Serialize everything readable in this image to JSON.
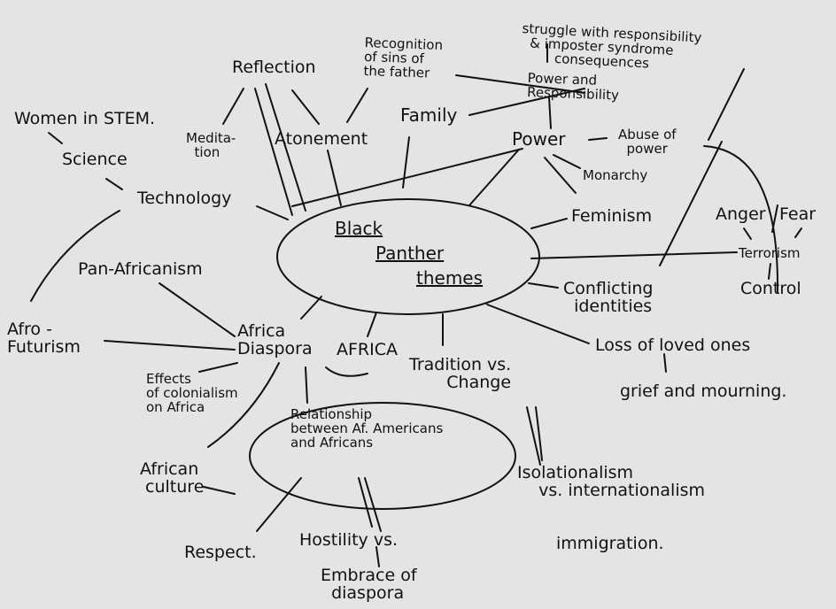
{
  "title": "Black Panther themes",
  "center": {
    "line1": "Black",
    "line2": "Panther",
    "line3": "themes"
  },
  "nodes": {
    "struggle": "struggle with responsibility\n  & imposter syndrome\n        consequences",
    "recognition": "Recognition\nof sins of\nthe father",
    "reflection": "Reflection",
    "power_resp": "Power and\nResponsibility",
    "family": "Family",
    "power": "Power",
    "abuse": "Abuse of\n  power",
    "monarchy": "Monarchy",
    "atonement": "Atonement",
    "meditation": "Medita-\n  tion",
    "women_stem": "Women in STEM.",
    "science": "Science",
    "technology": "Technology",
    "feminism": "Feminism",
    "anger": "Anger",
    "fear": "Fear",
    "terrorism": "Terrorism",
    "control": "Control",
    "conflicting": "Conflicting\n  identities",
    "pan_africanism": "Pan-Africanism",
    "afro_futurism": "Afro -\nFuturism",
    "africa_diaspora": "Africa\nDiaspora",
    "africa_caps": "AFRICA",
    "tradition": "Tradition vs.\n       Change",
    "loss": "Loss of loved ones",
    "grief": "grief and mourning.",
    "colonialism": "Effects\nof colonialism\non Africa",
    "relationship": "Relationship\nbetween Af. Americans\nand Africans",
    "isolationism": "Isolationalism\n    vs. internationalism",
    "african_culture": "African\n culture",
    "respect": "Respect.",
    "hostility": "Hostility vs.",
    "embrace": "Embrace of\n  diaspora",
    "immigration": "immigration."
  }
}
